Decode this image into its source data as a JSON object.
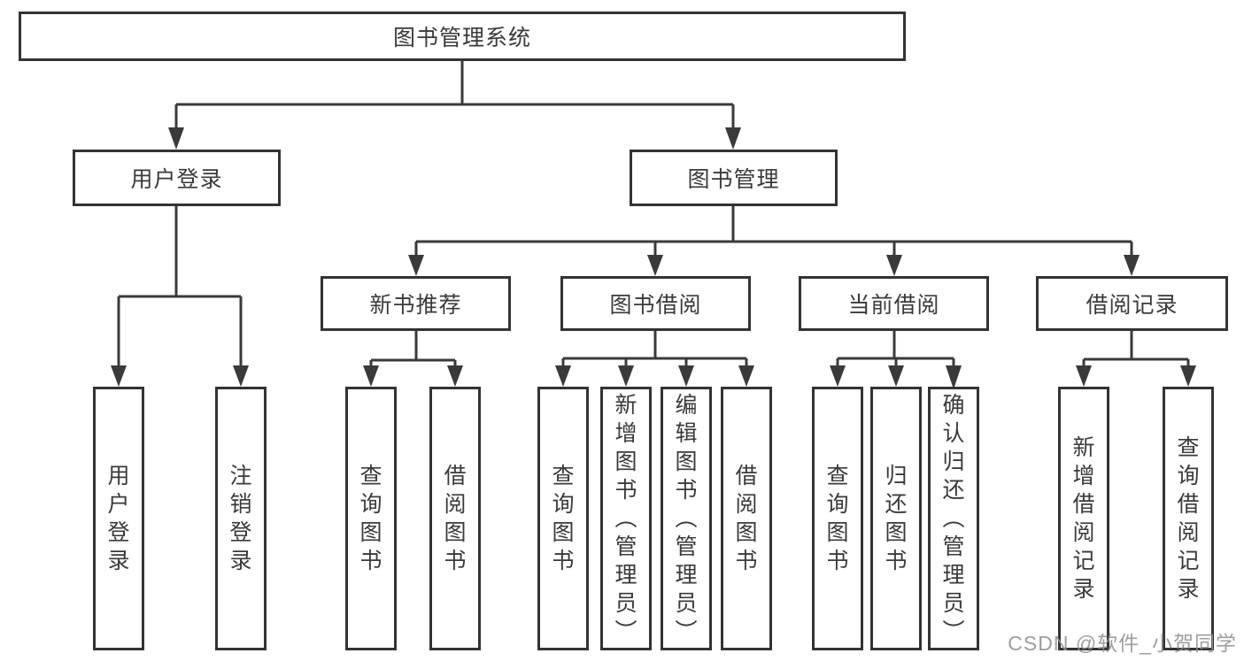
{
  "tree": {
    "label": "图书管理系统",
    "children": [
      {
        "label": "用户登录",
        "children": [
          {
            "label": "用户登录"
          },
          {
            "label": "注销登录"
          }
        ]
      },
      {
        "label": "图书管理",
        "children": [
          {
            "label": "新书推荐",
            "children": [
              {
                "label": "查询图书"
              },
              {
                "label": "借阅图书"
              }
            ]
          },
          {
            "label": "图书借阅",
            "children": [
              {
                "label": "查询图书"
              },
              {
                "label": "新增图书（管理员）"
              },
              {
                "label": "编辑图书（管理员）"
              },
              {
                "label": "借阅图书"
              }
            ]
          },
          {
            "label": "当前借阅",
            "children": [
              {
                "label": "查询图书"
              },
              {
                "label": "归还图书"
              },
              {
                "label": "确认归还（管理员）"
              }
            ]
          },
          {
            "label": "借阅记录",
            "children": [
              {
                "label": "新增借阅记录"
              },
              {
                "label": "查询借阅记录"
              }
            ]
          }
        ]
      }
    ]
  },
  "watermark": {
    "text": "CSDN @软件_小贺同学"
  },
  "colors": {
    "line": "#3a3a3a",
    "box_border": "#333333",
    "text": "#3a3a3a",
    "watermark": "#919191",
    "background": "#ffffff"
  }
}
